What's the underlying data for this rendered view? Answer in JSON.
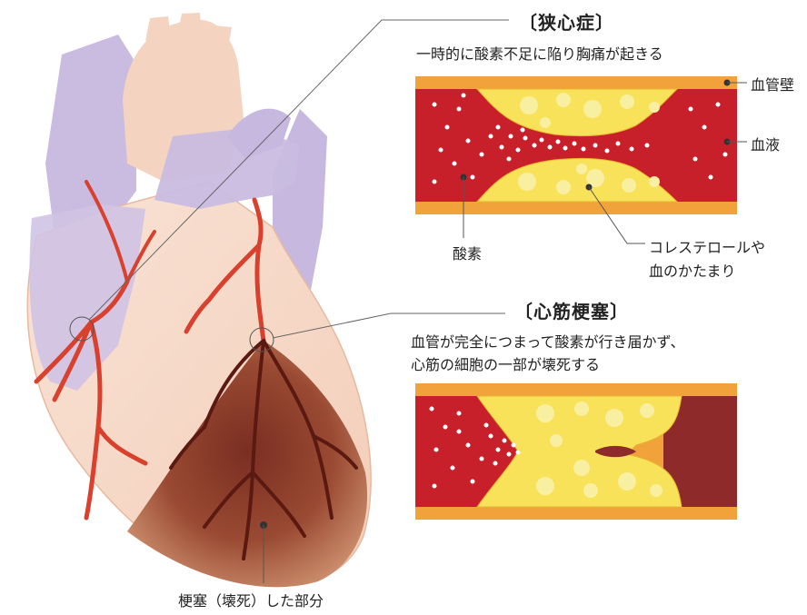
{
  "angina": {
    "heading": "〔狭心症〕",
    "description": "一時的に酸素不足に陥り胸痛が起きる"
  },
  "vessel_labels": {
    "wall": "血管壁",
    "blood": "血液",
    "oxygen": "酸素",
    "plaque_line1": "コレステロールや",
    "plaque_line2": "血のかたまり"
  },
  "infarction": {
    "heading": "〔心筋梗塞〕",
    "description_line1": "血管が完全につまって酸素が行き届かず、",
    "description_line2": "心筋の細胞の一部が壊死する"
  },
  "heart": {
    "infarct_area_label": "梗塞（壊死）した部分"
  },
  "colors": {
    "vessel_wall": "#F2A23A",
    "blood": "#C8202A",
    "plaque": "#F7E25A",
    "plaque_spot": "#F9EFA0",
    "necrotic": "#8E3A2A",
    "heart_muscle": "#F6D7C5",
    "vein": "#C6B8DE",
    "artery": "#D9402E"
  },
  "icons": {
    "heart": "heart-illustration",
    "vessel_narrowed": "narrowed-artery-cross-section",
    "vessel_blocked": "blocked-artery-cross-section"
  }
}
